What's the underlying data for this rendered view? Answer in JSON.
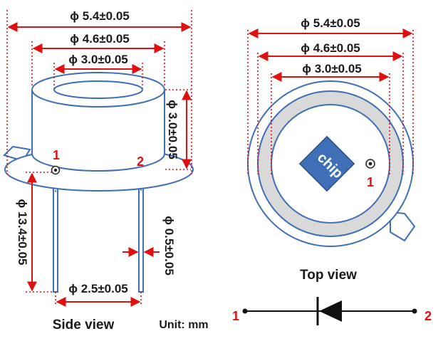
{
  "side_view": {
    "dim_outer": "5.4±0.05",
    "dim_mid": "4.6±0.05",
    "dim_inner": "3.0±0.05",
    "dim_height": "3.0±0.05",
    "dim_lead_length": "13.4±0.05",
    "dim_lead_dia": "0.5±0.05",
    "dim_pitch": "2.5±0.05",
    "pin1": "1",
    "pin2": "2",
    "caption": "Side view",
    "unit": "Unit: mm"
  },
  "top_view": {
    "dim_outer": "5.4±0.05",
    "dim_mid": "4.6±0.05",
    "dim_inner": "3.0±0.05",
    "chip_label": "chip",
    "pin1": "1",
    "caption": "Top view"
  },
  "diode_symbol": {
    "pin1": "1",
    "pin2": "2"
  },
  "phi": "ϕ",
  "colors": {
    "outline": "#3f6fb6",
    "dimension": "#e01010",
    "ring": "#d9d9d9",
    "chip": "#3f6fb6"
  }
}
